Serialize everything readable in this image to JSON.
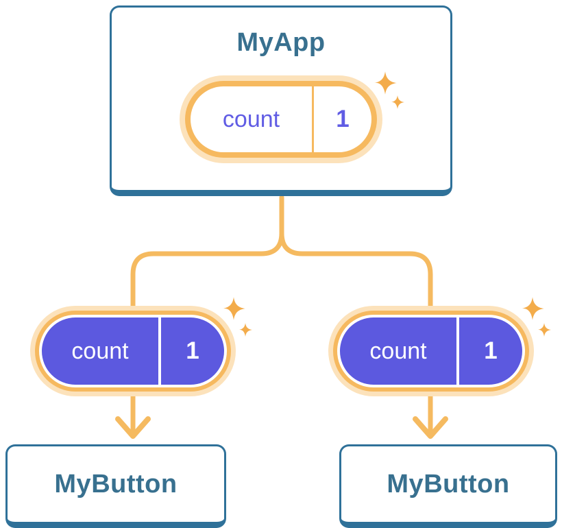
{
  "tree": {
    "root": {
      "label": "MyApp",
      "state": {
        "name": "count",
        "value": "1"
      }
    },
    "children": [
      {
        "label": "MyButton",
        "prop": {
          "name": "count",
          "value": "1"
        }
      },
      {
        "label": "MyButton",
        "prop": {
          "name": "count",
          "value": "1"
        }
      }
    ]
  },
  "icons": {
    "sparkle": "sparkle-icon",
    "arrow": "arrow-down-icon"
  },
  "colors": {
    "background": "#FFFFFF",
    "card_border": "#2F7199",
    "card_text": "#38708F",
    "pill_orange": "#F6B95F",
    "pill_halo": "#FCE2BB",
    "pill_purple_fill": "#5C59DF",
    "pill_purple_text": "#605CE4",
    "connector": "#F5BA60",
    "sparkle": "#F3AC4B"
  }
}
